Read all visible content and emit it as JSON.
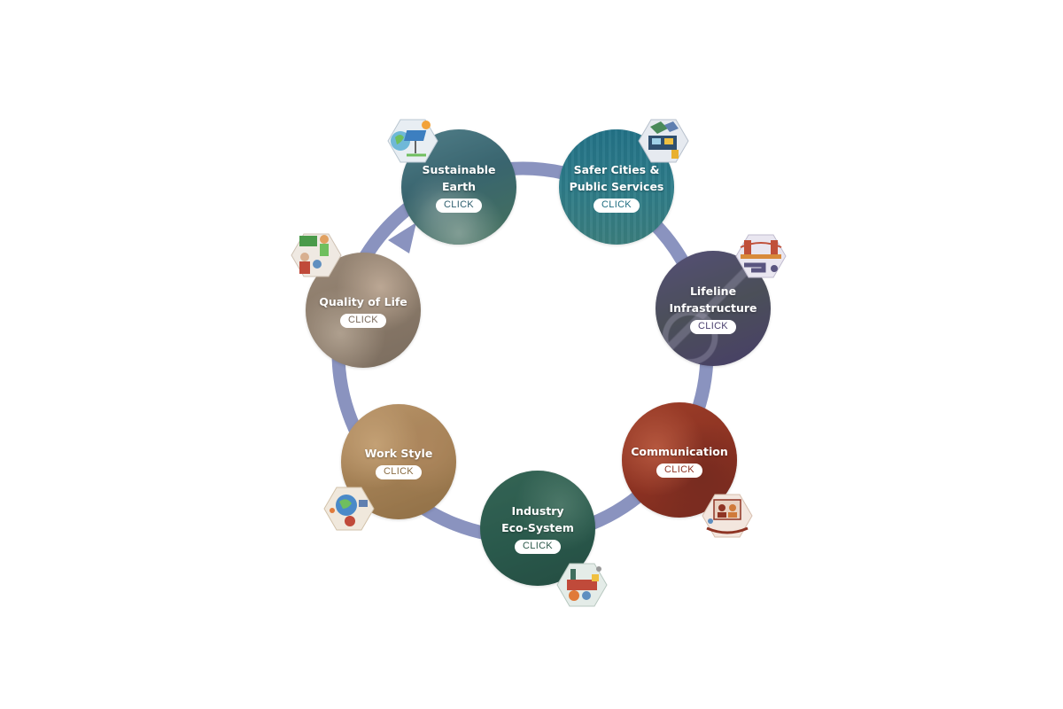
{
  "cycle": {
    "click_label": "CLICK",
    "ring_color": "#8a93bf",
    "items": [
      {
        "id": "sustainable-earth",
        "title_lines": [
          "Sustainable",
          "Earth"
        ],
        "accent": "#2f5f6e",
        "icon": "solar-globe-icon"
      },
      {
        "id": "safer-cities",
        "title_lines": [
          "Safer Cities &",
          "Public Services"
        ],
        "accent": "#1f6d80",
        "icon": "city-services-icon"
      },
      {
        "id": "lifeline-infrastructure",
        "title_lines": [
          "Lifeline",
          "Infrastructure"
        ],
        "accent": "#4a3f6e",
        "icon": "bridge-icon"
      },
      {
        "id": "communication",
        "title_lines": [
          "Communication"
        ],
        "accent": "#8f3424",
        "icon": "video-call-icon"
      },
      {
        "id": "industry-ecosystem",
        "title_lines": [
          "Industry",
          "Eco-System"
        ],
        "accent": "#2e5a4c",
        "icon": "factory-gear-icon"
      },
      {
        "id": "work-style",
        "title_lines": [
          "Work Style"
        ],
        "accent": "#8a6d44",
        "icon": "global-worker-icon"
      },
      {
        "id": "quality-of-life",
        "title_lines": [
          "Quality of Life"
        ],
        "accent": "#7a6a5c",
        "icon": "family-health-icon"
      }
    ]
  }
}
